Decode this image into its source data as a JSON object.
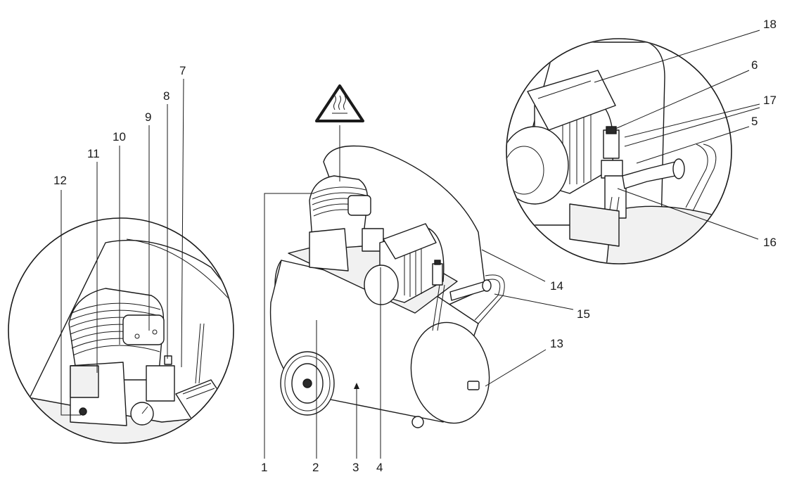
{
  "labels": {
    "l1": "1",
    "l2": "2",
    "l3": "3",
    "l4": "4",
    "l5": "5",
    "l6": "6",
    "l7": "7",
    "l8": "8",
    "l9": "9",
    "l10": "10",
    "l11": "11",
    "l12": "12",
    "l13": "13",
    "l14": "14",
    "l15": "15",
    "l16": "16",
    "l17": "17",
    "l18": "18"
  },
  "icons": {
    "warning": "hot-surface-warning-icon"
  }
}
